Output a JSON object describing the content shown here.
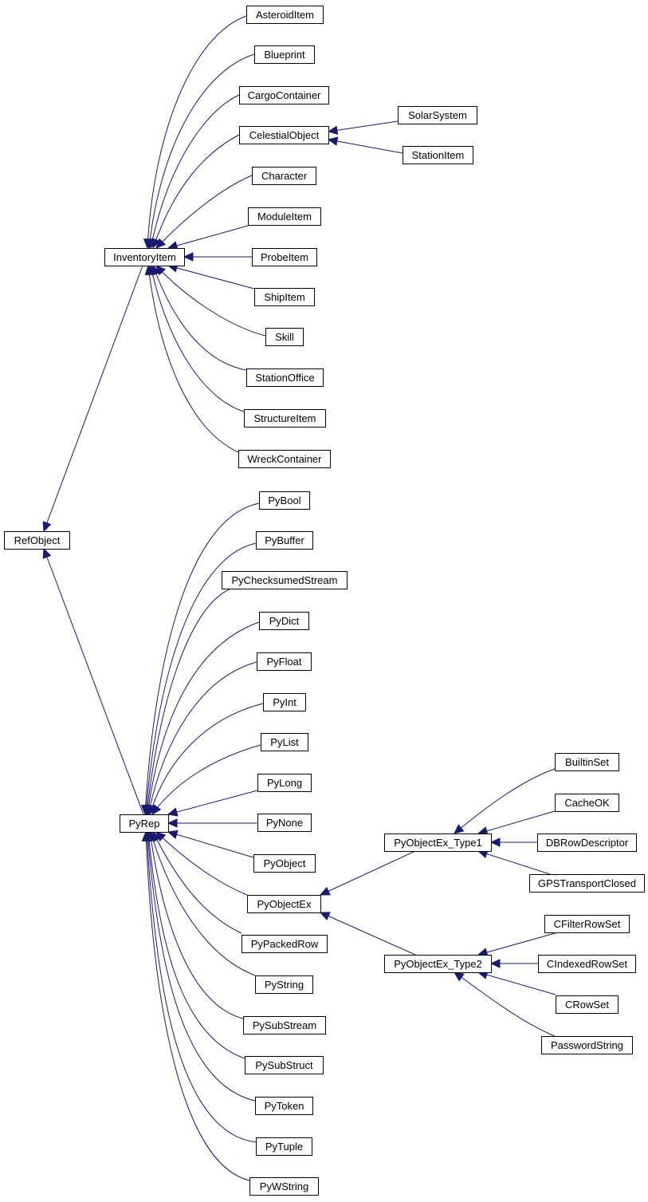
{
  "colors": {
    "edge": "#191970",
    "node_border": "#000000",
    "background": "#ffffff"
  },
  "nodes": {
    "refobject": "RefObject",
    "inventoryitem": "InventoryItem",
    "asteroiditem": "AsteroidItem",
    "blueprint": "Blueprint",
    "cargocontainer": "CargoContainer",
    "celestialobject": "CelestialObject",
    "solarsystem": "SolarSystem",
    "stationitem": "StationItem",
    "character": "Character",
    "moduleitem": "ModuleItem",
    "probeitem": "ProbeItem",
    "shipitem": "ShipItem",
    "skill": "Skill",
    "stationoffice": "StationOffice",
    "structureitem": "StructureItem",
    "wreckcontainer": "WreckContainer",
    "pyrep": "PyRep",
    "pybool": "PyBool",
    "pybuffer": "PyBuffer",
    "pychecksumedstream": "PyChecksumedStream",
    "pydict": "PyDict",
    "pyfloat": "PyFloat",
    "pyint": "PyInt",
    "pylist": "PyList",
    "pylong": "PyLong",
    "pynone": "PyNone",
    "pyobject": "PyObject",
    "pyobjectex": "PyObjectEx",
    "pypackedrow": "PyPackedRow",
    "pystring": "PyString",
    "pysubstream": "PySubStream",
    "pysubstruct": "PySubStruct",
    "pytoken": "PyToken",
    "pytuple": "PyTuple",
    "pywstring": "PyWString",
    "pyobjectex_type1": "PyObjectEx_Type1",
    "pyobjectex_type2": "PyObjectEx_Type2",
    "builtinset": "BuiltinSet",
    "cacheok": "CacheOK",
    "dbrowdescriptor": "DBRowDescriptor",
    "gpstransportclosed": "GPSTransportClosed",
    "cfilterrowset": "CFilterRowSet",
    "cindexedrowset": "CIndexedRowSet",
    "crowset": "CRowSet",
    "passwordstring": "PasswordString"
  }
}
